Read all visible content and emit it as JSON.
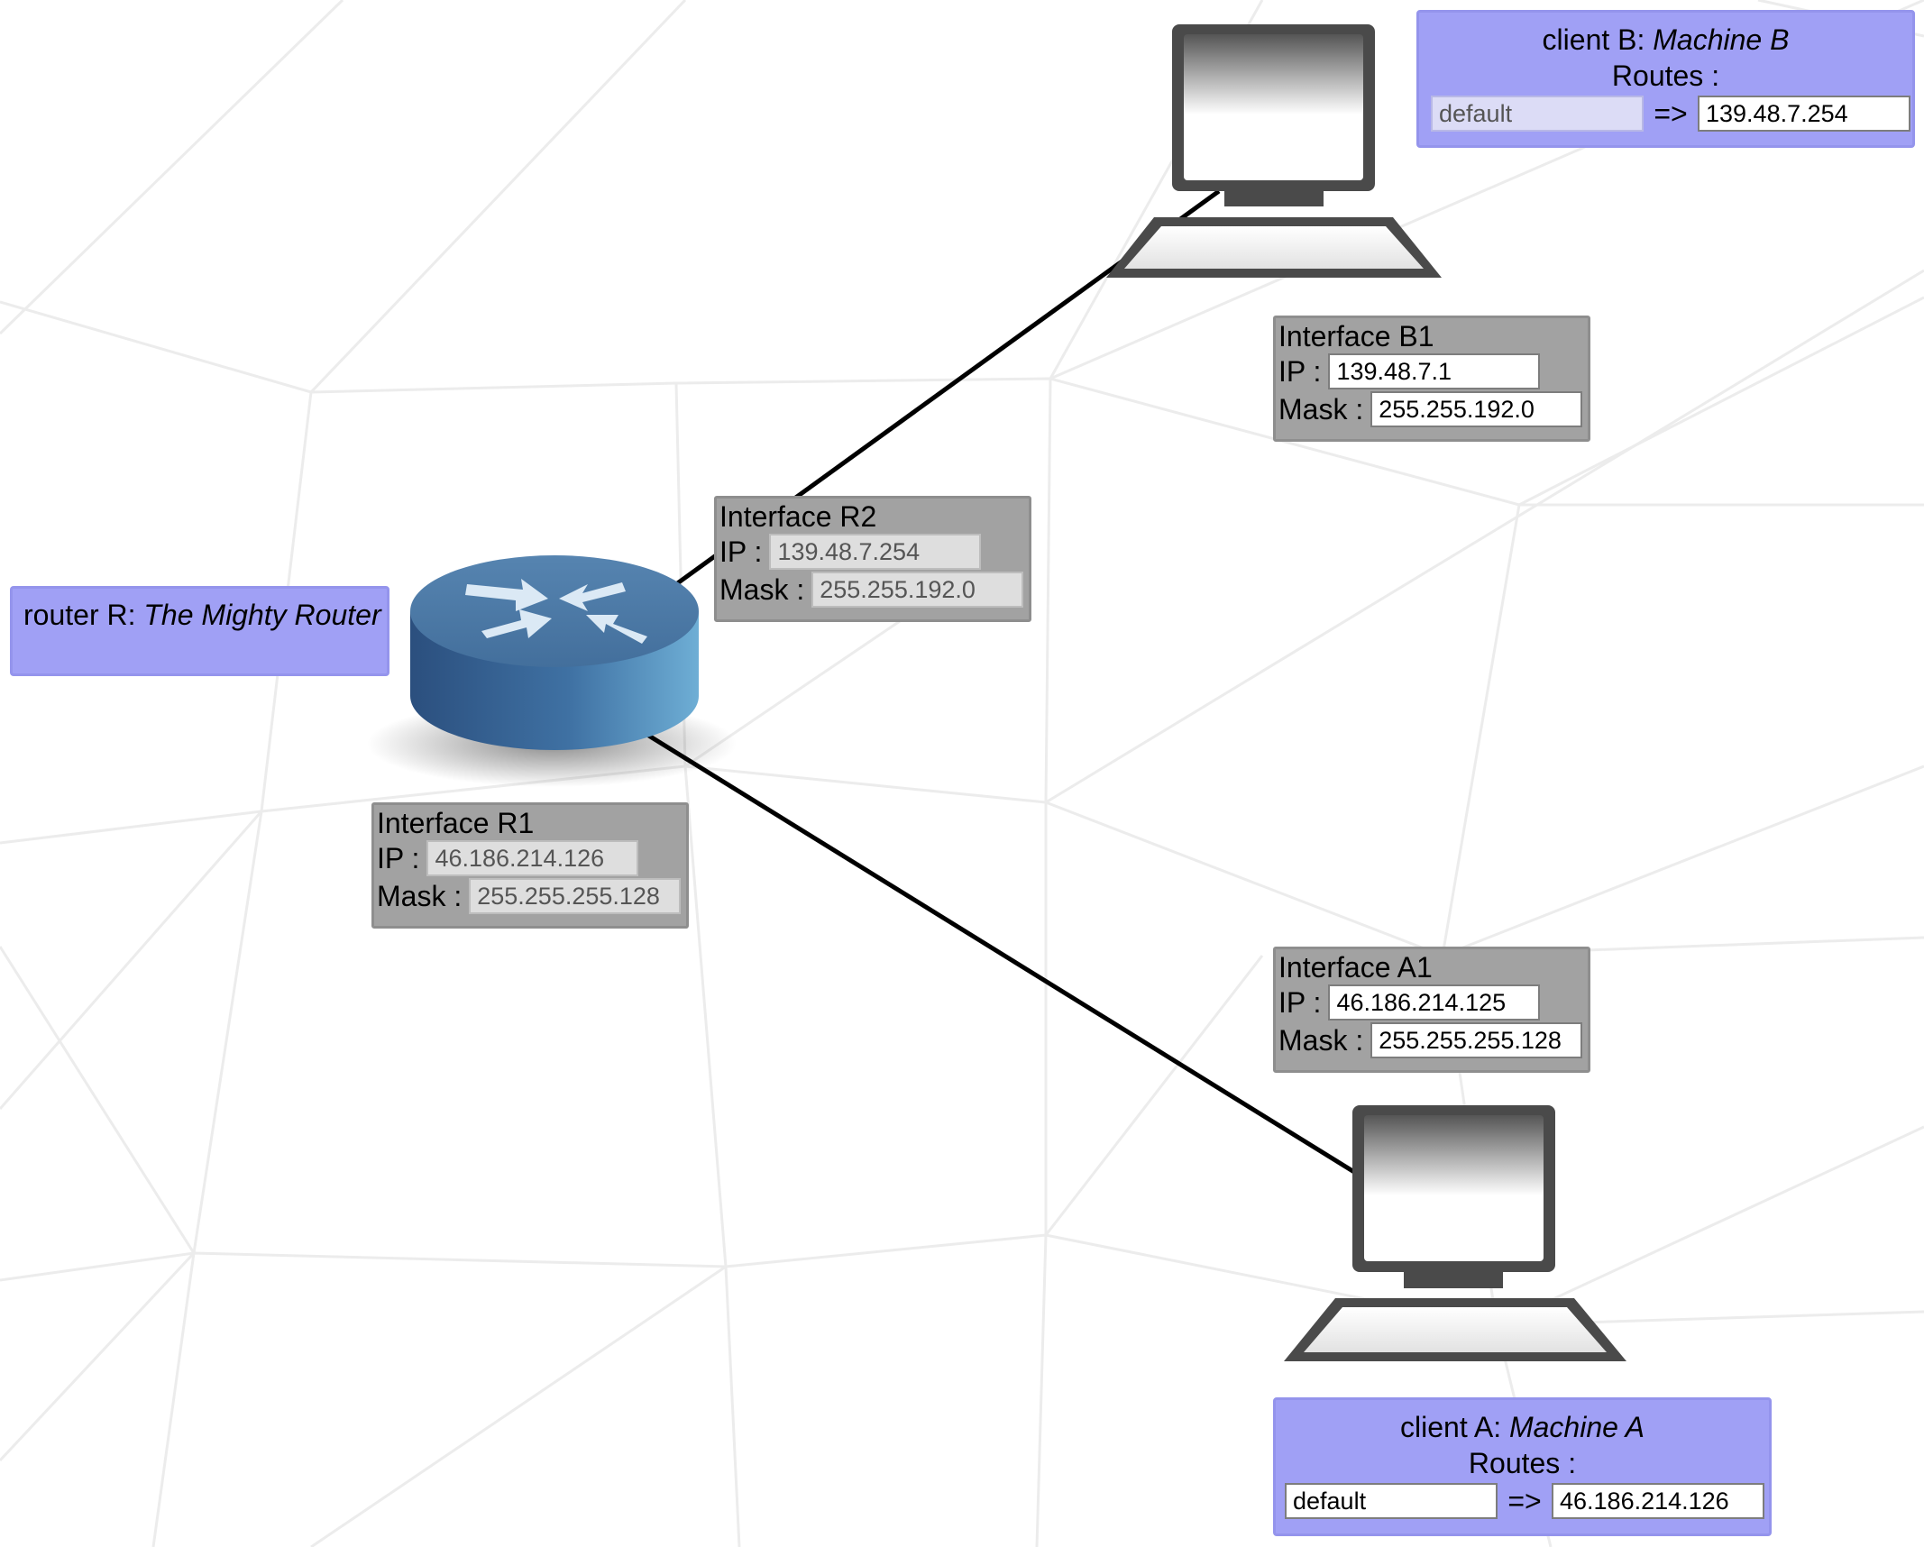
{
  "router": {
    "kind": "router R:",
    "name": "The Mighty Router",
    "interfaces": [
      {
        "name": "Interface R2",
        "ip_label": "IP :",
        "ip": "139.48.7.254",
        "mask_label": "Mask :",
        "mask": "255.255.192.0"
      },
      {
        "name": "Interface R1",
        "ip_label": "IP :",
        "ip": "46.186.214.126",
        "mask_label": "Mask :",
        "mask": "255.255.255.128"
      }
    ]
  },
  "client_b": {
    "kind": "client B:",
    "name": "Machine B",
    "routes_label": "Routes :",
    "route": {
      "destination_placeholder": "default",
      "arrow": "=>",
      "gateway": "139.48.7.254"
    },
    "interface": {
      "name": "Interface B1",
      "ip_label": "IP :",
      "ip": "139.48.7.1",
      "mask_label": "Mask :",
      "mask": "255.255.192.0"
    }
  },
  "client_a": {
    "kind": "client A:",
    "name": "Machine A",
    "routes_label": "Routes :",
    "route": {
      "destination": "default",
      "arrow": "=>",
      "gateway": "46.186.214.126"
    },
    "interface": {
      "name": "Interface A1",
      "ip_label": "IP :",
      "ip": "46.186.214.125",
      "mask_label": "Mask :",
      "mask": "255.255.255.128"
    }
  },
  "colors": {
    "entity_box": "#a0a0f5",
    "interface_box": "#a2a2a2",
    "link": "#000000",
    "router_blue": "#3f6f9f",
    "computer_gray": "#4a4a4a"
  }
}
